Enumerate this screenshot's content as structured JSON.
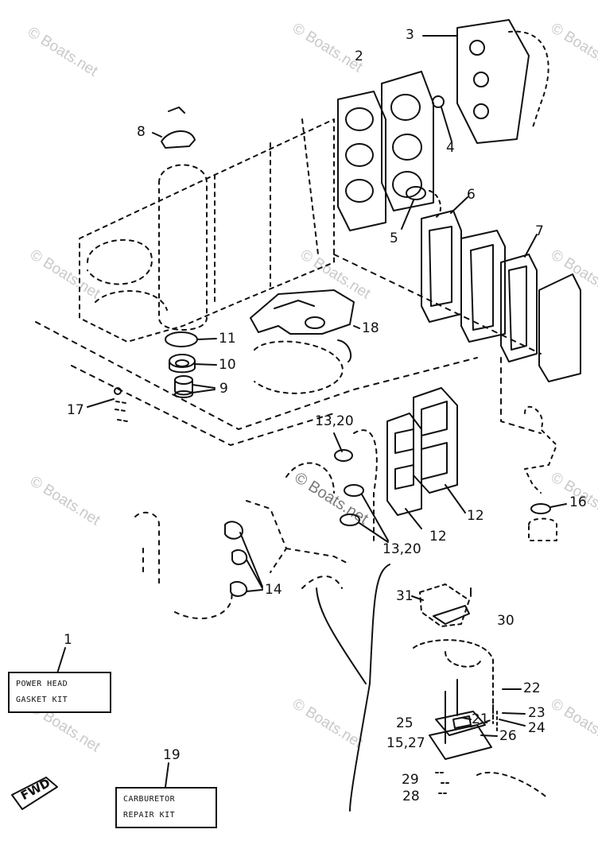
{
  "diagram": {
    "callouts": {
      "c1": "1",
      "c2": "2",
      "c3": "3",
      "c4": "4",
      "c5": "5",
      "c6": "6",
      "c7": "7",
      "c8": "8",
      "c9": "9",
      "c10": "10",
      "c11": "11",
      "c12a": "12",
      "c12b": "12",
      "c1320a": "13,20",
      "c1320b": "13,20",
      "c14": "14",
      "c1527": "15,27",
      "c16": "16",
      "c17": "17",
      "c18": "18",
      "c19": "19",
      "c21": "21",
      "c22": "22",
      "c23": "23",
      "c24": "24",
      "c25": "25",
      "c26": "26",
      "c28": "28",
      "c29": "29",
      "c30": "30",
      "c31": "31"
    },
    "kit_boxes": {
      "power_head_line1": "POWER HEAD",
      "power_head_line2": "GASKET KIT",
      "carburetor_line1": "CARBURETOR",
      "carburetor_line2": "REPAIR KIT"
    },
    "fwd_label": "FWD"
  },
  "watermark": {
    "text": "© Boats.net",
    "color": "#c9c9c9"
  }
}
